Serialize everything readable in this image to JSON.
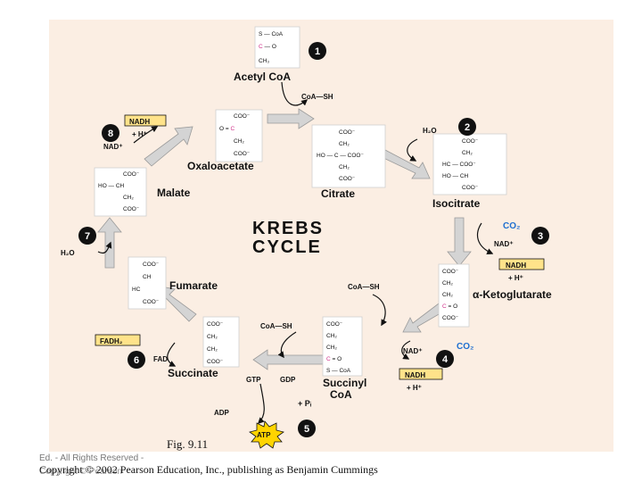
{
  "colors": {
    "panel": "#fbeee3",
    "nadh_box": "#ffe38a",
    "co2_text": "#1e6fd0",
    "atp_star": "#ffd400",
    "carbonyl_pink": "#d0308a",
    "step_circle": "#111111",
    "arrow_gray": "#cfcfcf"
  },
  "title": {
    "line1": "KREBS",
    "line2": "CYCLE"
  },
  "molecules": {
    "acetyl_coa": "Acetyl CoA",
    "citrate": "Citrate",
    "isocitrate": "Isocitrate",
    "alpha_ketoglutarate": "α-Ketoglutarate",
    "succinyl_coa_1": "Succinyl",
    "succinyl_coa_2": "CoA",
    "succinate": "Succinate",
    "fumarate": "Fumarate",
    "malate": "Malate",
    "oxaloacetate": "Oxaloacetate"
  },
  "steps": [
    "1",
    "2",
    "3",
    "4",
    "5",
    "6",
    "7",
    "8"
  ],
  "cofactors": {
    "coa_sh_1": "CoA—SH",
    "h2o_2": "H₂O",
    "co2_3": "CO₂",
    "nad_3": "NAD⁺",
    "nadh_3": "NADH",
    "h_3": "+ H⁺",
    "coa_sh_4": "CoA—SH",
    "nad_4": "NAD⁺",
    "co2_4": "CO₂",
    "nadh_4": "NADH",
    "h_4": "+ H⁺",
    "coa_sh_5": "CoA—SH",
    "gtp": "GTP",
    "gdp": "GDP",
    "pi": "+ Pᵢ",
    "adp": "ADP",
    "atp": "ATP",
    "fadh2": "FADH₂",
    "fad": "FAD",
    "h2o_7": "H₂O",
    "nadh_8": "NADH",
    "h_8": "+ H⁺",
    "nad_8": "NAD⁺"
  },
  "footer": {
    "figure": "Fig. 9.11",
    "rights": "Ed. - All Rights Reserved -",
    "copyright_ghost": "Copyright © Pearson",
    "copyright": "Copyright © 2002 Pearson Education, Inc., publishing as Benjamin Cummings"
  }
}
